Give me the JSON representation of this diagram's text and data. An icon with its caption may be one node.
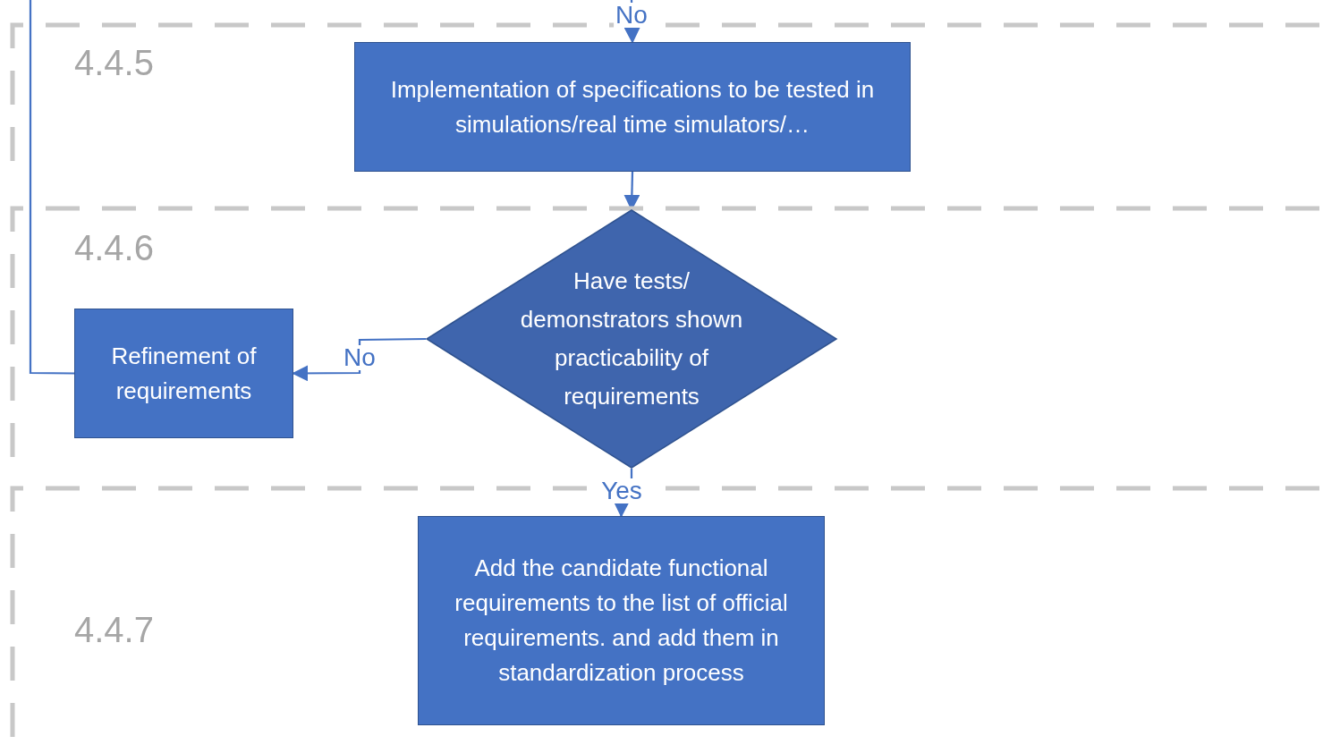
{
  "diagram": {
    "nodes": [
      {
        "text": [
          "4.4.5"
        ]
      },
      {
        "text": [
          "Implementation of specifications to be tested in simulations/real time simulators/…"
        ],
        "in": 0
      },
      {
        "text": [
          "4.4.6"
        ]
      },
      {
        "text": [
          "Have tests/ demonstrators shown practicability of requirements"
        ],
        "in": 2
      },
      {
        "text": [
          "Refinement of requirements"
        ],
        "in": 2
      },
      {
        "text": [
          "4.4.7"
        ]
      },
      {
        "text": [
          "Add the candidate functional requirements to the list of official requirements. and add them in standardization process"
        ],
        "in": 5
      }
    ],
    "edges": [
      {
        "from": null,
        "to": 1,
        "arrow": "to",
        "label": "No"
      },
      {
        "from": 1,
        "to": 3,
        "arrow": "to"
      },
      {
        "from": 3,
        "to": 4,
        "arrow": "to",
        "label": "No"
      },
      {
        "from": 3,
        "to": 6,
        "arrow": "to",
        "label": "Yes"
      },
      {
        "from": 4,
        "to": null,
        "arrow": "none"
      }
    ]
  }
}
